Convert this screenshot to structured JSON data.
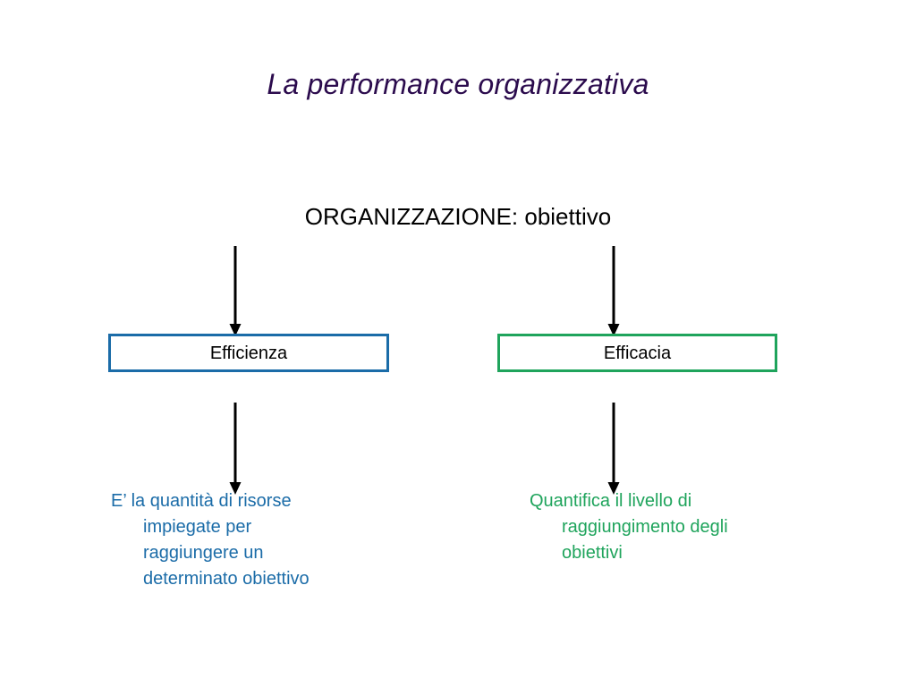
{
  "slide": {
    "title": "La performance organizzativa",
    "heading": "ORGANIZZAZIONE: obiettivo",
    "background_color": "#FFFFFF",
    "title_color": "#2B0B4D",
    "heading_color": "#000000"
  },
  "boxes": [
    {
      "id": "efficienza",
      "label": "Efficienza",
      "border_color": "#1B6CA8",
      "text_color": "#000000"
    },
    {
      "id": "efficacia",
      "label": "Efficacia",
      "border_color": "#1FA45C",
      "text_color": "#000000"
    }
  ],
  "descriptions": {
    "left": {
      "color": "#1B6CA8",
      "lines": [
        "E’ la quantità di risorse",
        "impiegate per",
        "raggiungere un",
        "determinato obiettivo"
      ]
    },
    "right": {
      "color": "#1FA45C",
      "lines": [
        "Quantifica il livello di",
        "raggiungimento degli",
        "obiettivi"
      ]
    }
  },
  "arrows": {
    "color": "#000000",
    "items": [
      {
        "id": "heading-to-efficienza",
        "from": "ORGANIZZAZIONE: obiettivo",
        "to": "Efficienza"
      },
      {
        "id": "heading-to-efficacia",
        "from": "ORGANIZZAZIONE: obiettivo",
        "to": "Efficacia"
      },
      {
        "id": "efficienza-to-left-desc",
        "from": "Efficienza",
        "to": "E’ la quantità di risorse impiegate per raggiungere un determinato obiettivo"
      },
      {
        "id": "efficacia-to-right-desc",
        "from": "Efficacia",
        "to": "Quantifica il livello di raggiungimento degli obiettivi"
      }
    ]
  }
}
